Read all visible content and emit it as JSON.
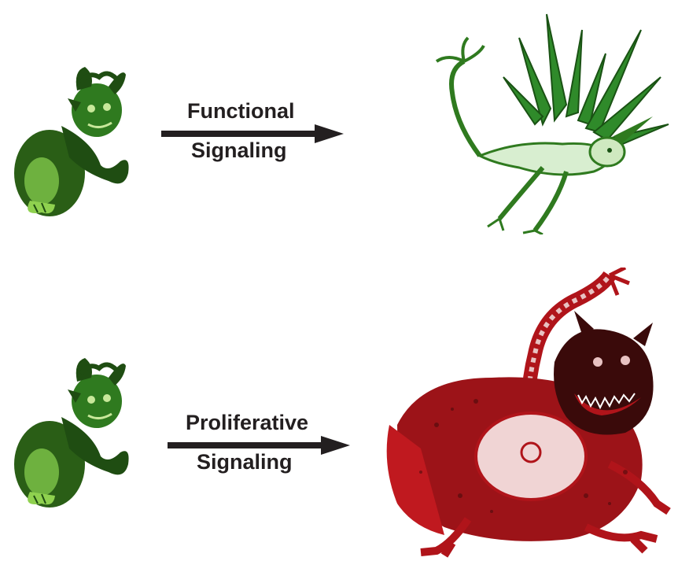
{
  "diagram": {
    "top_row": {
      "label_above": "Functional",
      "label_below": "Signaling",
      "source_creature": "green-imp-icon",
      "target_creature": "winged-green-demon-icon"
    },
    "bottom_row": {
      "label_above": "Proliferative",
      "label_below": "Signaling",
      "source_creature": "green-imp-icon",
      "target_creature": "red-monster-icon"
    },
    "colors": {
      "green_dark": "#1f4d12",
      "green_mid": "#2f7a1f",
      "green_light": "#8fd14f",
      "red_main": "#b0141a",
      "red_dark": "#3a0a0a",
      "arrow": "#231f20",
      "background": "#ffffff"
    }
  }
}
